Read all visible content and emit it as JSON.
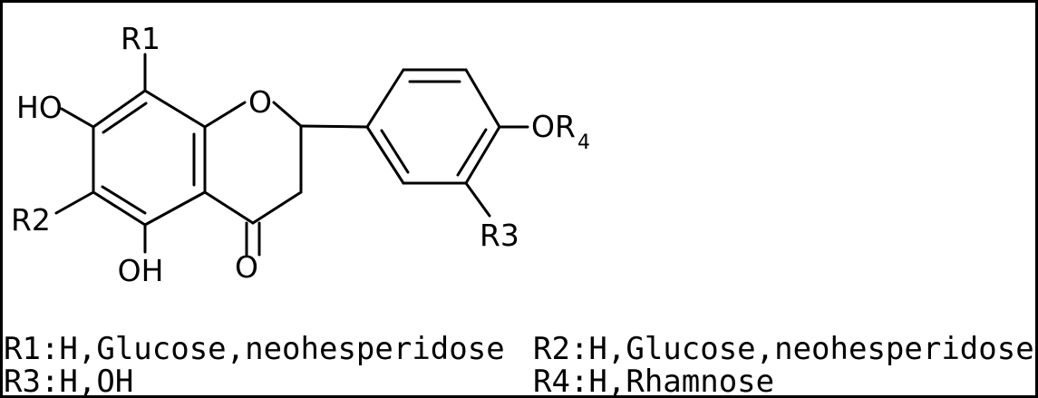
{
  "structure": {
    "labels": {
      "r1": "R1",
      "ho": "HO",
      "ring_o": "O",
      "r2": "R2",
      "oh": "OH",
      "carbonyl_o": "O",
      "or4_main": "OR",
      "or4_sub": "4",
      "r3": "R3"
    }
  },
  "legend": {
    "r1": "R1:H,Glucose,neohesperidose",
    "r2": "R2:H,Glucose,neohesperidose",
    "r3": "R3:H,OH",
    "r4": "R4:H,Rhamnose"
  }
}
